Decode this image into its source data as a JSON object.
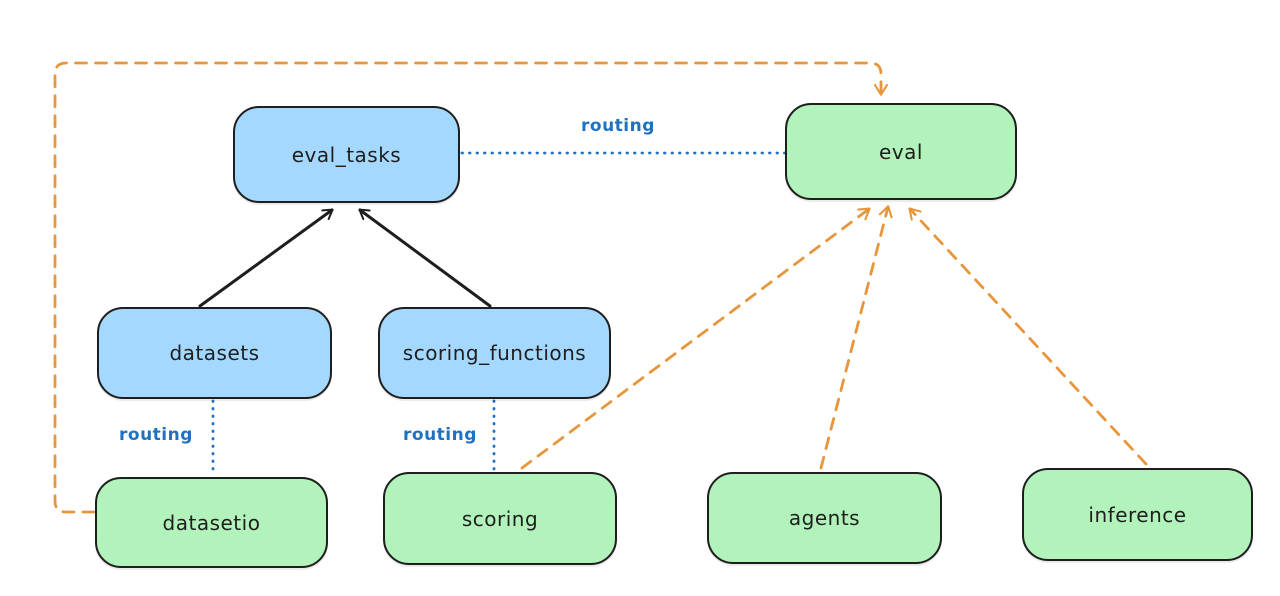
{
  "diagram": {
    "background_color": "#ffffff",
    "colors": {
      "api_fill_blue": "#a5d8ff",
      "provider_fill_green": "#b2f2bb",
      "node_stroke": "#1e1e1e",
      "routing_blue": "#1f72c1",
      "provider_orange": "#e8963c"
    },
    "nodes": [
      {
        "id": "eval_tasks",
        "label": "eval_tasks",
        "color": "blue"
      },
      {
        "id": "eval",
        "label": "eval",
        "color": "green"
      },
      {
        "id": "datasets",
        "label": "datasets",
        "color": "blue"
      },
      {
        "id": "scoring_functions",
        "label": "scoring_functions",
        "color": "blue"
      },
      {
        "id": "datasetio",
        "label": "datasetio",
        "color": "green"
      },
      {
        "id": "scoring",
        "label": "scoring",
        "color": "green"
      },
      {
        "id": "agents",
        "label": "agents",
        "color": "green"
      },
      {
        "id": "inference",
        "label": "inference",
        "color": "green"
      }
    ],
    "edges": [
      {
        "from": "datasets",
        "to": "eval_tasks",
        "style": "solid-arrow",
        "color": "#1e1e1e",
        "label": ""
      },
      {
        "from": "scoring_functions",
        "to": "eval_tasks",
        "style": "solid-arrow",
        "color": "#1e1e1e",
        "label": ""
      },
      {
        "from": "eval_tasks",
        "to": "eval",
        "style": "dotted-line",
        "color": "#1f72c1",
        "label": "routing"
      },
      {
        "from": "datasets",
        "to": "datasetio",
        "style": "dotted-line",
        "color": "#1f72c1",
        "label": "routing"
      },
      {
        "from": "scoring_functions",
        "to": "scoring",
        "style": "dotted-line",
        "color": "#1f72c1",
        "label": "routing"
      },
      {
        "from": "datasetio",
        "to": "eval",
        "style": "dashed-arrow",
        "color": "#e8963c",
        "label": ""
      },
      {
        "from": "scoring",
        "to": "eval",
        "style": "dashed-arrow",
        "color": "#e8963c",
        "label": ""
      },
      {
        "from": "agents",
        "to": "eval",
        "style": "dashed-arrow",
        "color": "#e8963c",
        "label": ""
      },
      {
        "from": "inference",
        "to": "eval",
        "style": "dashed-arrow",
        "color": "#e8963c",
        "label": ""
      }
    ]
  }
}
